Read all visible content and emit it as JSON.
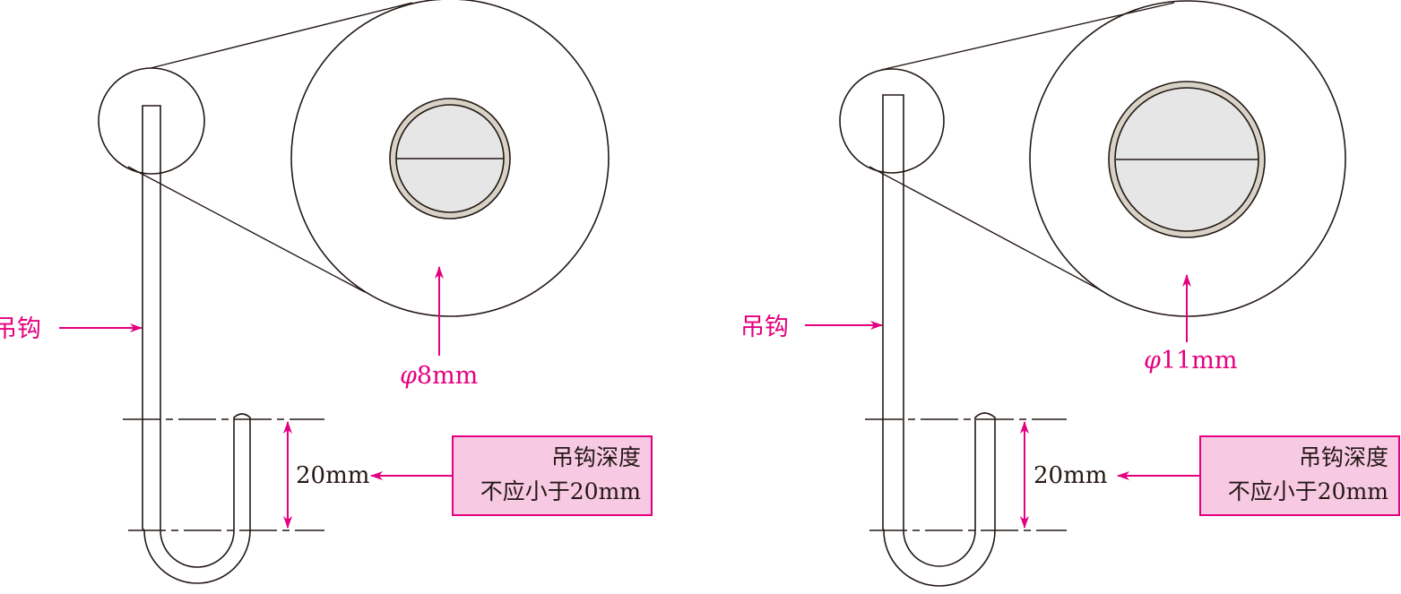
{
  "colors": {
    "ink": "#231815",
    "accent": "#e4007f",
    "note_fill": "#f7c9e3",
    "bolt_fill": "#e6e6e6",
    "bolt_ring": "#d8d3c6"
  },
  "panels": [
    {
      "hook_label": "吊钩",
      "diameter_symbol": "φ",
      "diameter_value": "8mm",
      "depth_value": "20mm",
      "note_line1": "吊钩深度",
      "note_line2": "不应小于20mm"
    },
    {
      "hook_label": "吊钩",
      "diameter_symbol": "φ",
      "diameter_value": "11mm",
      "depth_value": "20mm",
      "note_line1": "吊钩深度",
      "note_line2": "不应小于20mm"
    }
  ]
}
